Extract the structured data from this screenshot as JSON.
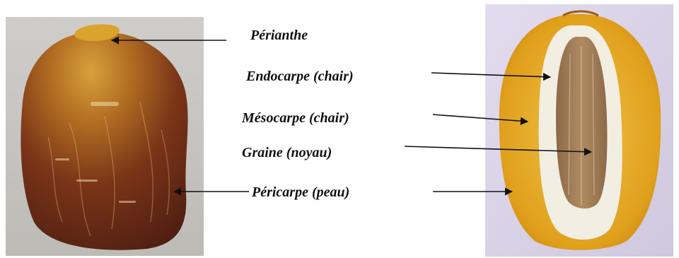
{
  "labels": {
    "perianthe": "Périanthe",
    "endocarpe": "Endocarpe (chair)",
    "mesocarpe": "Mésocarpe (chair)",
    "graine": "Graine (noyau)",
    "pericarpe": "Péricarpe (peau)"
  },
  "colors": {
    "label_text": "#111111",
    "arrow": "#111111",
    "left_background": "#c7c6c2",
    "right_background": "#d9d3e6",
    "date_skin_dark": "#5a2414",
    "date_skin_light": "#c88a2a",
    "flesh_amber": "#e2a21e",
    "flesh_white": "#f2ede2",
    "seed_brown": "#a67c55"
  }
}
